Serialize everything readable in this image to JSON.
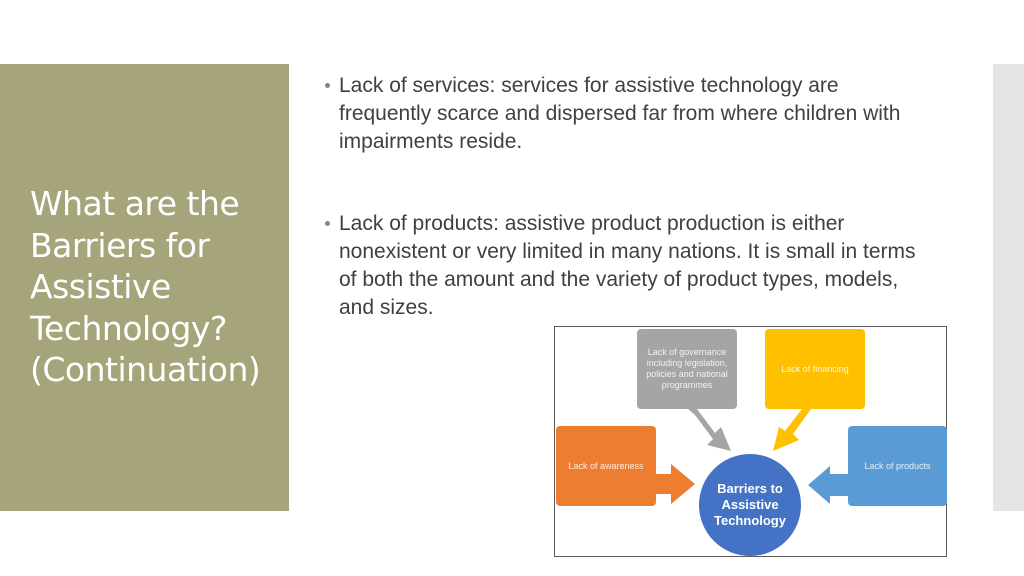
{
  "slide": {
    "title": "What are the Barriers for Assistive Technology? (Continuation)"
  },
  "bullets": [
    {
      "text": "Lack of services: services for assistive technology are frequently scarce and dispersed far from where children with impairments reside."
    },
    {
      "text": "Lack of products: assistive product production is either nonexistent or very limited in many nations. It is small in terms of both the amount and the variety of product types, models, and sizes."
    }
  ],
  "diagram": {
    "center": "Barriers to Assistive Technology",
    "boxes": {
      "governance": "Lack of governance including legislation, policies and national programmes",
      "financing": "Lack of financing",
      "awareness": "Lack of awareness",
      "products": "Lack of products"
    },
    "colors": {
      "governance": "#a5a5a5",
      "financing": "#ffc000",
      "awareness": "#ed7d31",
      "products": "#5b9bd5",
      "center": "#4472c4"
    }
  }
}
